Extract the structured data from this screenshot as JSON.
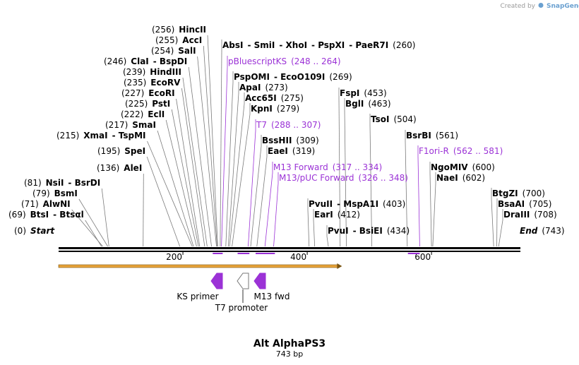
{
  "branding": {
    "created_by": "Created by",
    "app": "SnapGene"
  },
  "map": {
    "name": "Alt AlphaPS3",
    "length_label": "743 bp",
    "length": 743,
    "start_label": "Start",
    "end_label": "End",
    "start_pos": "(0)",
    "end_pos": "(743)",
    "ticks": [
      "200",
      "400",
      "600"
    ],
    "tick_values": [
      200,
      400,
      600
    ]
  },
  "sites": [
    {
      "id": "s-start",
      "text_parts": [
        {
          "t": "(0)",
          "k": "pos"
        },
        {
          "t": "Start",
          "k": "start"
        }
      ],
      "pos": 0
    },
    {
      "id": "s-btsi",
      "text_parts": [
        {
          "t": "(69)",
          "k": "pos"
        },
        {
          "t": "BtsI",
          "k": "nm"
        },
        {
          "t": "- Btsαl",
          "k": "nm"
        }
      ],
      "pos": 69
    },
    {
      "id": "s-alwni",
      "text_parts": [
        {
          "t": "(71)",
          "k": "pos"
        },
        {
          "t": "AlwNI",
          "k": "nm"
        }
      ],
      "pos": 71
    },
    {
      "id": "s-bsmi",
      "text_parts": [
        {
          "t": "(79)",
          "k": "pos"
        },
        {
          "t": "BsmI",
          "k": "nm"
        }
      ],
      "pos": 79
    },
    {
      "id": "s-nsii",
      "text_parts": [
        {
          "t": "(81)",
          "k": "pos"
        },
        {
          "t": "NsiI",
          "k": "nm"
        },
        {
          "t": "- BsrDI",
          "k": "nm"
        }
      ],
      "pos": 81
    },
    {
      "id": "s-alei",
      "text_parts": [
        {
          "t": "(136)",
          "k": "pos"
        },
        {
          "t": "AleI",
          "k": "nm"
        }
      ],
      "pos": 136
    },
    {
      "id": "s-spei",
      "text_parts": [
        {
          "t": "(195)",
          "k": "pos"
        },
        {
          "t": "SpeI",
          "k": "nm"
        }
      ],
      "pos": 195
    },
    {
      "id": "s-xmai",
      "text_parts": [
        {
          "t": "(215)",
          "k": "pos"
        },
        {
          "t": "XmaI",
          "k": "nm"
        },
        {
          "t": "- TspMI",
          "k": "nm"
        }
      ],
      "pos": 215
    },
    {
      "id": "s-smai",
      "text_parts": [
        {
          "t": "(217)",
          "k": "pos"
        },
        {
          "t": "SmaI",
          "k": "nm"
        }
      ],
      "pos": 217
    },
    {
      "id": "s-ecli",
      "text_parts": [
        {
          "t": "(222)",
          "k": "pos"
        },
        {
          "t": "EclI",
          "k": "nm"
        }
      ],
      "pos": 222
    },
    {
      "id": "s-psti",
      "text_parts": [
        {
          "t": "(225)",
          "k": "pos"
        },
        {
          "t": "PstI",
          "k": "nm"
        }
      ],
      "pos": 225
    },
    {
      "id": "s-ecori",
      "text_parts": [
        {
          "t": "(227)",
          "k": "pos"
        },
        {
          "t": "EcoRI",
          "k": "nm"
        }
      ],
      "pos": 227
    },
    {
      "id": "s-ecorv",
      "text_parts": [
        {
          "t": "(235)",
          "k": "pos"
        },
        {
          "t": "EcoRV",
          "k": "nm"
        }
      ],
      "pos": 235
    },
    {
      "id": "s-hindiii",
      "text_parts": [
        {
          "t": "(239)",
          "k": "pos"
        },
        {
          "t": "HindIII",
          "k": "nm"
        }
      ],
      "pos": 239
    },
    {
      "id": "s-clai",
      "text_parts": [
        {
          "t": "(246)",
          "k": "pos"
        },
        {
          "t": "ClaI",
          "k": "nm"
        },
        {
          "t": "- BspDI",
          "k": "nm"
        }
      ],
      "pos": 246
    },
    {
      "id": "s-sali",
      "text_parts": [
        {
          "t": "(254)",
          "k": "pos"
        },
        {
          "t": "SalI",
          "k": "nm"
        }
      ],
      "pos": 254
    },
    {
      "id": "s-acci",
      "text_parts": [
        {
          "t": "(255)",
          "k": "pos"
        },
        {
          "t": "AccI",
          "k": "nm"
        }
      ],
      "pos": 255
    },
    {
      "id": "s-hincii",
      "text_parts": [
        {
          "t": "(256)",
          "k": "pos"
        },
        {
          "t": "HincII",
          "k": "nm"
        }
      ],
      "pos": 256
    },
    {
      "id": "s-absi",
      "text_parts": [
        {
          "t": "AbsI",
          "k": "nm"
        },
        {
          "t": "- SmiI",
          "k": "nm"
        },
        {
          "t": "- XhoI",
          "k": "nm"
        },
        {
          "t": "- PspXI",
          "k": "nm"
        },
        {
          "t": "- PaeR7I",
          "k": "nm"
        },
        {
          "t": "(260)",
          "k": "pos"
        }
      ],
      "pos": 260
    },
    {
      "id": "p-ks",
      "text_parts": [
        {
          "t": "pBluescriptKS",
          "k": "prm"
        },
        {
          "t": "(248 .. 264)",
          "k": "prm"
        }
      ],
      "pos": 262,
      "primer": true
    },
    {
      "id": "s-pspomi",
      "text_parts": [
        {
          "t": "PspOMI",
          "k": "nm"
        },
        {
          "t": "- EcoO109I",
          "k": "nm"
        },
        {
          "t": "(269)",
          "k": "pos"
        }
      ],
      "pos": 269
    },
    {
      "id": "s-apai",
      "text_parts": [
        {
          "t": "ApaI",
          "k": "nm"
        },
        {
          "t": "(273)",
          "k": "pos"
        }
      ],
      "pos": 273
    },
    {
      "id": "s-acc65i",
      "text_parts": [
        {
          "t": "Acc65I",
          "k": "nm"
        },
        {
          "t": "(275)",
          "k": "pos"
        }
      ],
      "pos": 275
    },
    {
      "id": "s-kpni",
      "text_parts": [
        {
          "t": "KpnI",
          "k": "nm"
        },
        {
          "t": "(279)",
          "k": "pos"
        }
      ],
      "pos": 279
    },
    {
      "id": "p-t7",
      "text_parts": [
        {
          "t": "T7",
          "k": "prm"
        },
        {
          "t": "(288 .. 307)",
          "k": "prm"
        }
      ],
      "pos": 305,
      "primer": true
    },
    {
      "id": "s-bsshii",
      "text_parts": [
        {
          "t": "BssHII",
          "k": "nm"
        },
        {
          "t": "(309)",
          "k": "pos"
        }
      ],
      "pos": 309
    },
    {
      "id": "s-eaei",
      "text_parts": [
        {
          "t": "EaeI",
          "k": "nm"
        },
        {
          "t": "(319)",
          "k": "pos"
        }
      ],
      "pos": 319
    },
    {
      "id": "p-m13f",
      "text_parts": [
        {
          "t": "M13 Forward",
          "k": "prm"
        },
        {
          "t": "(317 .. 334)",
          "k": "prm"
        }
      ],
      "pos": 332,
      "primer": true
    },
    {
      "id": "p-m13puc",
      "text_parts": [
        {
          "t": "M13/pUC Forward",
          "k": "prm"
        },
        {
          "t": "(326 .. 348)",
          "k": "prm"
        }
      ],
      "pos": 346,
      "primer": true
    },
    {
      "id": "s-pvuii",
      "text_parts": [
        {
          "t": "PvuII",
          "k": "nm"
        },
        {
          "t": "- MspA1I",
          "k": "nm"
        },
        {
          "t": "(403)",
          "k": "pos"
        }
      ],
      "pos": 403
    },
    {
      "id": "s-eari",
      "text_parts": [
        {
          "t": "EarI",
          "k": "nm"
        },
        {
          "t": "(412)",
          "k": "pos"
        }
      ],
      "pos": 412
    },
    {
      "id": "s-pvui",
      "text_parts": [
        {
          "t": "PvuI",
          "k": "nm"
        },
        {
          "t": "- BsiEI",
          "k": "nm"
        },
        {
          "t": "(434)",
          "k": "pos"
        }
      ],
      "pos": 434
    },
    {
      "id": "s-fspi",
      "text_parts": [
        {
          "t": "FspI",
          "k": "nm"
        },
        {
          "t": "(453)",
          "k": "pos"
        }
      ],
      "pos": 453
    },
    {
      "id": "s-bgli",
      "text_parts": [
        {
          "t": "BglI",
          "k": "nm"
        },
        {
          "t": "(463)",
          "k": "pos"
        }
      ],
      "pos": 463
    },
    {
      "id": "s-tsoi",
      "text_parts": [
        {
          "t": "TsoI",
          "k": "nm"
        },
        {
          "t": "(504)",
          "k": "pos"
        }
      ],
      "pos": 504
    },
    {
      "id": "s-bsrbi",
      "text_parts": [
        {
          "t": "BsrBI",
          "k": "nm"
        },
        {
          "t": "(561)",
          "k": "pos"
        }
      ],
      "pos": 561
    },
    {
      "id": "p-f1ori",
      "text_parts": [
        {
          "t": "F1ori-R",
          "k": "prm"
        },
        {
          "t": "(562 .. 581)",
          "k": "prm"
        }
      ],
      "pos": 581,
      "primer": true
    },
    {
      "id": "s-ngomiv",
      "text_parts": [
        {
          "t": "NgoMIV",
          "k": "nm"
        },
        {
          "t": "(600)",
          "k": "pos"
        }
      ],
      "pos": 600
    },
    {
      "id": "s-naei",
      "text_parts": [
        {
          "t": "NaeI",
          "k": "nm"
        },
        {
          "t": "(602)",
          "k": "pos"
        }
      ],
      "pos": 602
    },
    {
      "id": "s-btgzi",
      "text_parts": [
        {
          "t": "BtgZI",
          "k": "nm"
        },
        {
          "t": "(700)",
          "k": "pos"
        }
      ],
      "pos": 700
    },
    {
      "id": "s-bsaai",
      "text_parts": [
        {
          "t": "BsaAI",
          "k": "nm"
        },
        {
          "t": "(705)",
          "k": "pos"
        }
      ],
      "pos": 705
    },
    {
      "id": "s-draiii",
      "text_parts": [
        {
          "t": "DraIII",
          "k": "nm"
        },
        {
          "t": "(708)",
          "k": "pos"
        }
      ],
      "pos": 708
    },
    {
      "id": "s-end",
      "text_parts": [
        {
          "t": "End",
          "k": "start"
        },
        {
          "t": "(743)",
          "k": "pos"
        }
      ],
      "pos": 743
    }
  ],
  "primer_ranges": [
    {
      "from": 248,
      "to": 264
    },
    {
      "from": 288,
      "to": 307
    },
    {
      "from": 317,
      "to": 334
    },
    {
      "from": 326,
      "to": 348
    },
    {
      "from": 562,
      "to": 581
    }
  ],
  "feature_arrow": {
    "from": 0,
    "to": 456,
    "color": "#e8a33a",
    "edge": "#7a5410"
  },
  "features": [
    {
      "id": "f-ks",
      "label": "KS primer",
      "pos": 260,
      "dir": "left",
      "color": "#9b32d6"
    },
    {
      "id": "f-t7",
      "label": "T7 promoter",
      "pos": 298,
      "dir": "left",
      "color": "#ffffff"
    },
    {
      "id": "f-m13",
      "label": "M13 fwd",
      "pos": 326,
      "dir": "left",
      "color": "#9b32d6"
    }
  ],
  "colors": {
    "primer": "#9b32d6",
    "backbone": "#000000",
    "leader": "#7a7a7a"
  }
}
